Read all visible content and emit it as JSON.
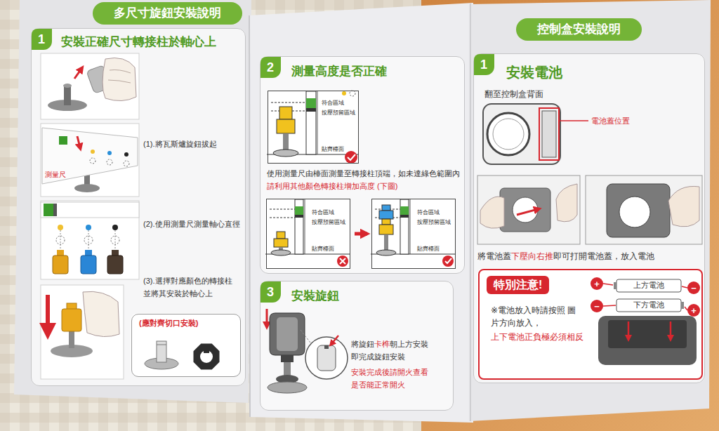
{
  "diagram": {
    "nodes": [
      {
        "text": [
          "多尺寸旋鈕安裝說明"
        ]
      },
      {
        "text": [
          "安裝正確尺寸轉接柱於軸心上"
        ]
      },
      {
        "text": [
          "1"
        ],
        "in": 1
      },
      {
        "text": [
          "(應對齊切口安裝)"
        ],
        "in": 1
      },
      {
        "text": [
          "測量高度是否正確"
        ]
      },
      {
        "text": [
          "2"
        ],
        "in": 4
      },
      {
        "text": [
          "符合區域",
          "按壓預留區域",
          "貼齊檯面"
        ],
        "in": 4
      },
      {
        "text": [
          "符合區域",
          "按壓預留區域",
          "貼齊檯面"
        ],
        "in": 4
      },
      {
        "text": [
          "符合區域",
          "按壓預留區域",
          "貼齊檯面"
        ],
        "in": 4
      },
      {
        "text": [
          "安裝旋鈕"
        ]
      },
      {
        "text": [
          "3"
        ],
        "in": 9
      },
      {
        "text": [
          "控制盒安裝說明"
        ]
      },
      {
        "text": [
          "安裝電池"
        ]
      },
      {
        "text": [
          "1"
        ],
        "in": 12
      },
      {
        "text": [
          "※電池放入時請按照 圖片方向放入，",
          "上下電池正負極必須相反"
        ],
        "in": 12
      },
      {
        "text": [
          "特別注意!"
        ],
        "in": 14
      }
    ],
    "edges": [
      {
        "from": 7,
        "to": 8,
        "arrow": "to"
      }
    ],
    "labels": [
      "(1).將瓦斯爐旋鈕拔起",
      "測量尺",
      "(2).使用測量尺測量軸心直徑",
      "(3).選擇對應顏色的轉接柱 並將其安裝於軸心上",
      "使用測量尺由檯面測量至轉接柱頂端，如未達綠色範圍內",
      "請利用其他顏色轉接柱增加高度 (下圖)",
      "將旋鈕",
      "卡榫",
      "朝上方安裝 即完成旋鈕安裝",
      "安裝完成後請開火查看 是否能正常開火",
      "翻至控制盒背面",
      "電池蓋位置",
      "將電池蓋",
      "下壓向右推",
      "即可打開電池蓋，放入電池",
      "上方電池",
      "下方電池",
      "+",
      "−",
      "−",
      "+"
    ]
  }
}
